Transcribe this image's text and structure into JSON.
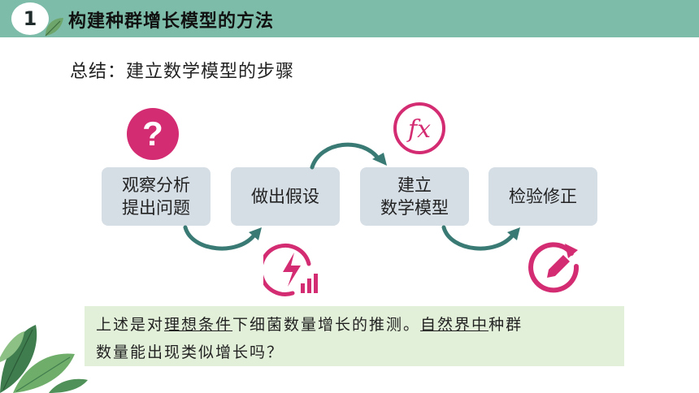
{
  "header": {
    "number": "1",
    "title": "构建种群增长模型的方法"
  },
  "summary": "总结：建立数学模型的步骤",
  "steps": [
    {
      "line1": "观察分析",
      "line2": "提出问题"
    },
    {
      "line1": "做出假设",
      "line2": ""
    },
    {
      "line1": "建立",
      "line2": "数学模型"
    },
    {
      "line1": "检验修正",
      "line2": ""
    }
  ],
  "icons": {
    "question_glyph": "?",
    "fx_glyph": "fx"
  },
  "note": {
    "l1_a": "上述是对",
    "l1_b": "理想条件",
    "l1_c": "下细菌数量增长的推测。",
    "l1_d": "自然界中",
    "l1_e": "种群",
    "l2": "数量能出现类似增长吗？"
  },
  "colors": {
    "header": "#7dbca8",
    "step_box": "#d5dde5",
    "icon": "#d42c72",
    "arrow": "#3a7a74",
    "note_bg": "#e3f0d9"
  }
}
